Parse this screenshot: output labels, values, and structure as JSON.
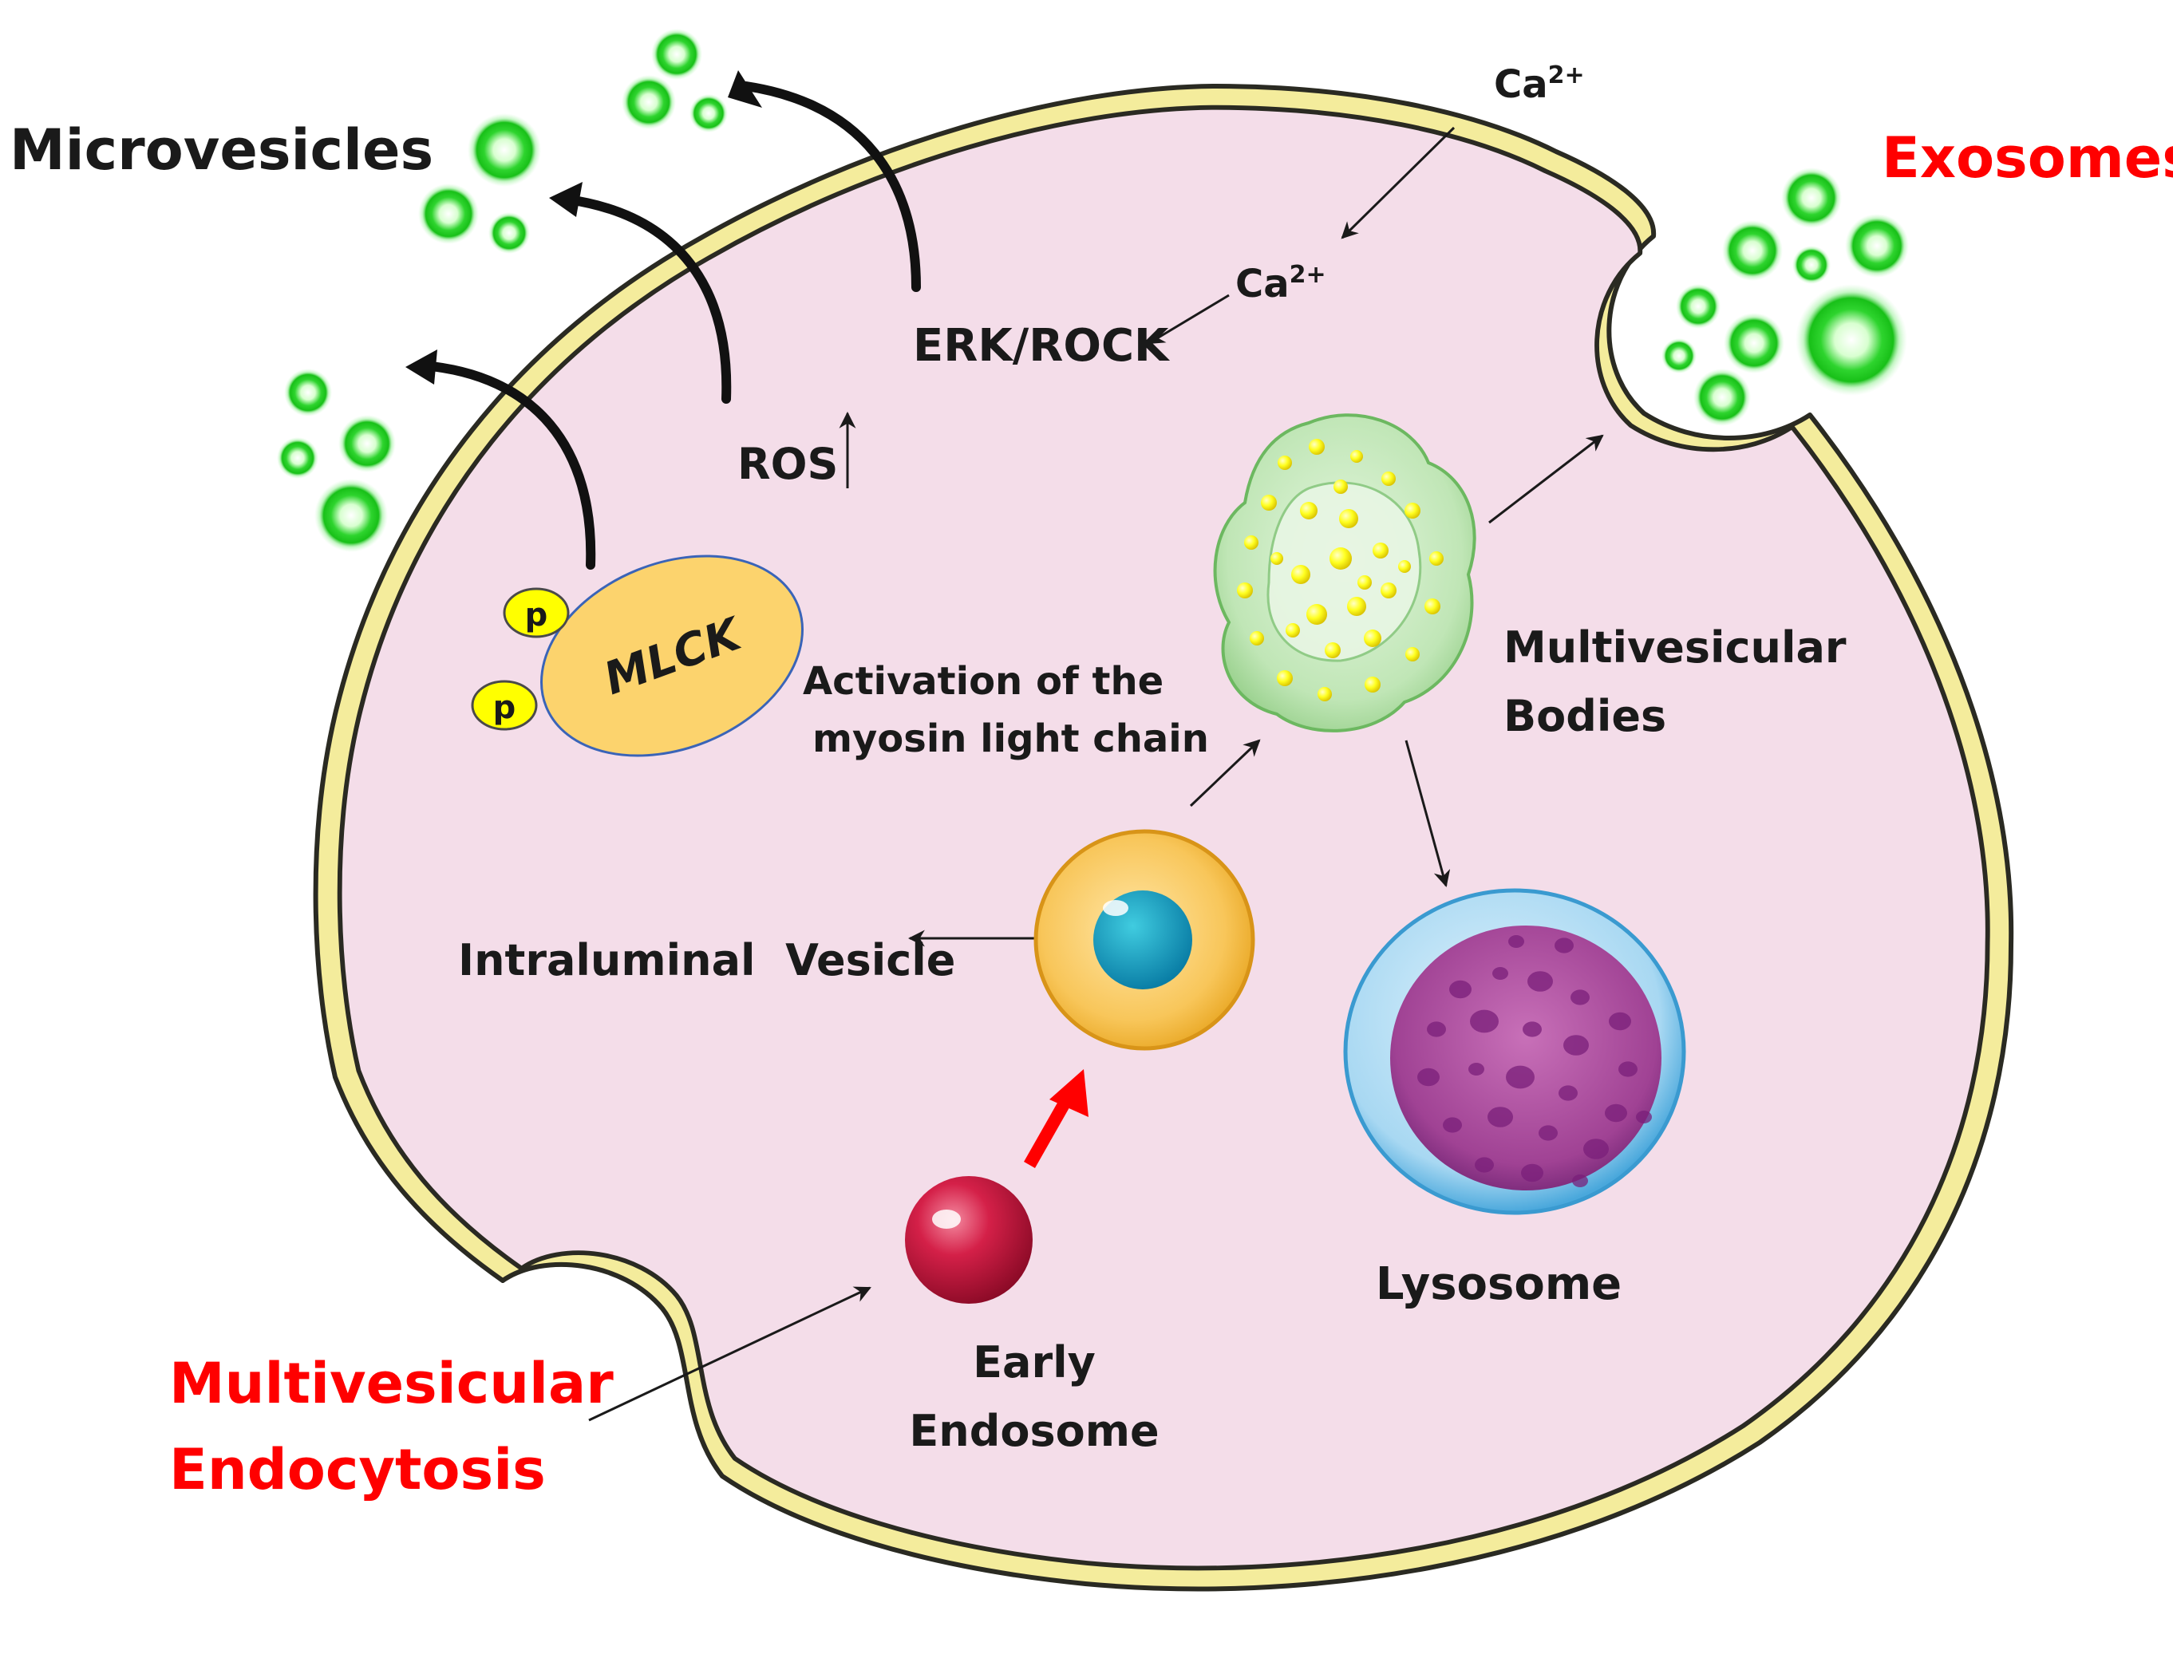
{
  "labels": {
    "microvesicles": "Microvesicles",
    "exosomes": "Exosomes",
    "ca_outer_base": "Ca",
    "ca_outer_sup": "2+",
    "ca_inner_base": "Ca",
    "ca_inner_sup": "2+",
    "erk_rock": "ERK/ROCK",
    "ros": "ROS",
    "mlck": "MLCK",
    "phospho_1": "p",
    "phospho_2": "p",
    "activation_line1": "Activation of the",
    "activation_line2": "myosin light chain",
    "mvb_line1": "Multivesicular",
    "mvb_line2": "Bodies",
    "intraluminal_vesicle": "Intraluminal  Vesicle",
    "lysosome": "Lysosome",
    "early_line1": "Early",
    "early_line2": "Endosome",
    "endocytosis_line1": "Multivesicular",
    "endocytosis_line2": "Endocytosis"
  },
  "colors": {
    "cytoplasm": "#f4dde9",
    "membrane": "#f4ec9c",
    "membrane_outline": "#2a2a22",
    "vesicle_green": "#27d827",
    "mlck_fill": "#fcd36d",
    "phospho_fill": "#ffff00",
    "highlight_red": "#ff0000",
    "lysosome_outer": "#8cc8ec",
    "lysosome_inner": "#b04a9c",
    "ilv_blue": "#0aa3c2",
    "early_endosome": "#c4143c",
    "mvb_green": "#c4e8bc"
  }
}
